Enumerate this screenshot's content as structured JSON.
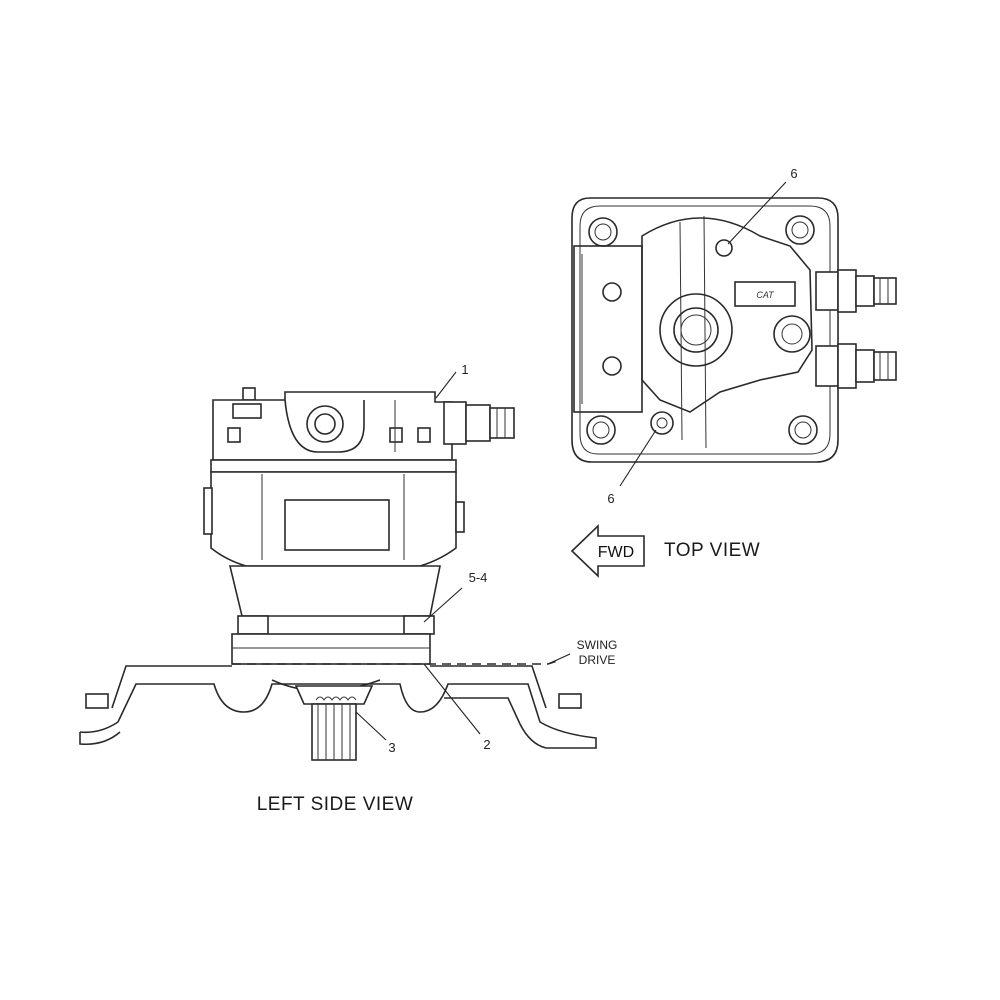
{
  "views": {
    "left": "LEFT SIDE VIEW",
    "top": "TOP VIEW"
  },
  "direction": {
    "arrow": "FWD"
  },
  "labels": {
    "swing_drive_line1": "SWING",
    "swing_drive_line2": "DRIVE"
  },
  "logo": "CAT",
  "callouts": {
    "c1": "1",
    "c2": "2",
    "c3": "3",
    "c54": "5-4",
    "c6_top": "6",
    "c6_bottom": "6"
  },
  "colors": {
    "line": "#2a2a2a",
    "background": "#ffffff"
  }
}
